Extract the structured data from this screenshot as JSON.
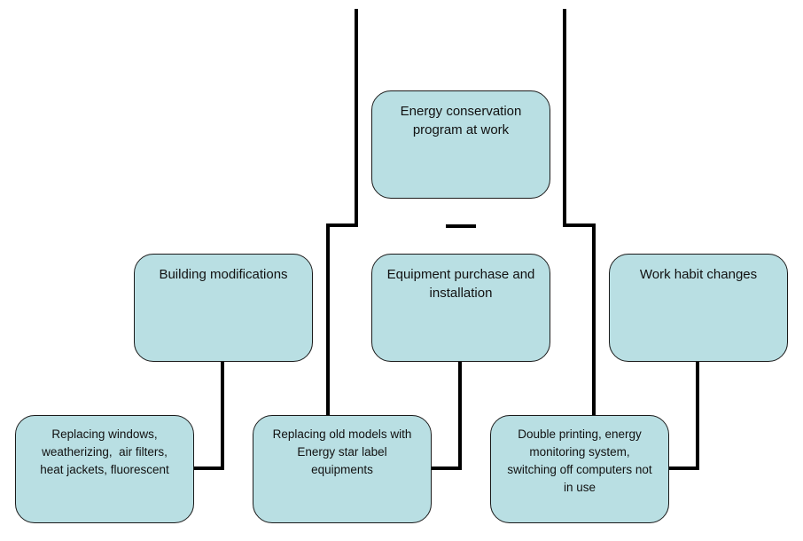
{
  "diagram": {
    "type": "hierarchy",
    "colors": {
      "node_fill": "#b9dfe3",
      "node_border": "#1a1a1a",
      "connector": "#000000"
    },
    "root": {
      "label": "Energy conservation program at work"
    },
    "categories": [
      {
        "label": "Building modifications",
        "detail": "Replacing windows, weatherizing,  air filters, heat jackets, fluorescent"
      },
      {
        "label": "Equipment purchase and installation",
        "detail": "Replacing old models with Energy star label equipments"
      },
      {
        "label": "Work habit changes",
        "detail": "Double printing, energy monitoring system, switching off computers not in use"
      }
    ]
  }
}
